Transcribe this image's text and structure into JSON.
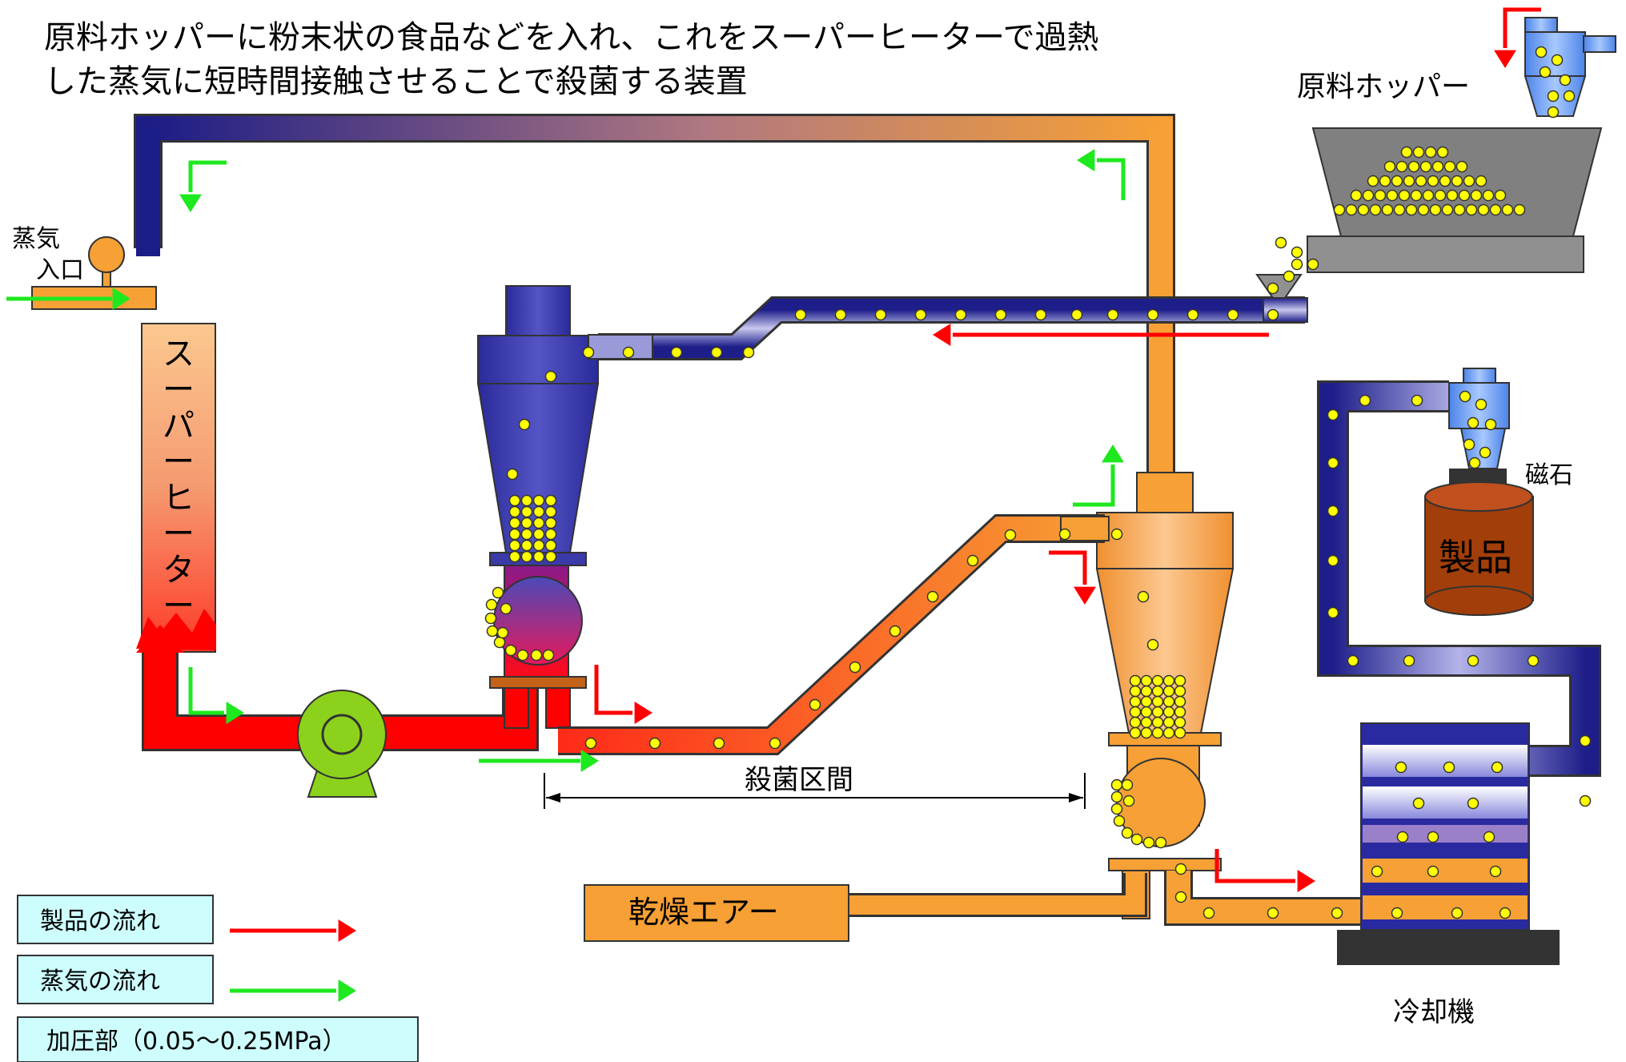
{
  "title": {
    "line1": "原料ホッパーに粉末状の食品などを入れ、これをスーパーヒーターで過熱",
    "line2": "した蒸気に短時間接触させることで殺菌する装置"
  },
  "labels": {
    "hopper": "原料ホッパー",
    "steam_inlet_line1": "蒸気",
    "steam_inlet_line2": "入口",
    "superheater": [
      "ス",
      "ー",
      "パ",
      "ー",
      "ヒ",
      "ー",
      "タ",
      "ー"
    ],
    "magnet": "磁石",
    "product": "製品",
    "sterilization_section": "殺菌区間",
    "drying_air": "乾燥エアー",
    "cooler": "冷却機"
  },
  "legend": {
    "product_flow": "製品の流れ",
    "steam_flow": "蒸気の流れ",
    "pressurized": "加圧部（0.05～0.25MPa）"
  },
  "colors": {
    "product_flow_arrow": "#ff0000",
    "steam_flow_arrow": "#1ee81e",
    "steam_pipe_dark": "#1c1c86",
    "pipe_orange": "#f6a035",
    "pipe_red": "#ff0000",
    "particle": "#ffff00",
    "legend_bg": "#cdfdfd",
    "fan_green": "#8cd21c",
    "product_drum": "#a23e0a"
  }
}
